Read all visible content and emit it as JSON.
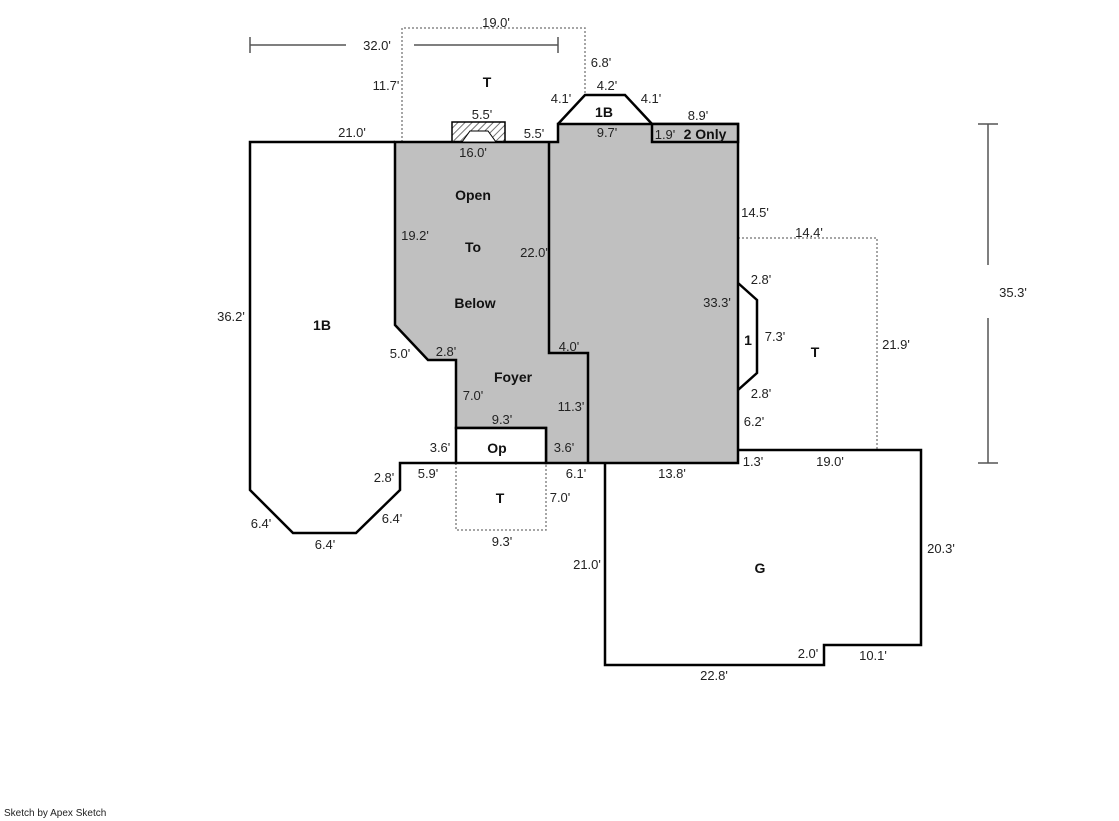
{
  "rooms": {
    "open_to_below": [
      "Open",
      "To",
      "Below"
    ],
    "foyer": "Foyer",
    "left_1b": "1B",
    "top_1b": "1B",
    "two_only": "2 Only",
    "top_t": "T",
    "op": "Op",
    "front_t": "T",
    "bay_1": "1",
    "right_t": "T",
    "garage": "G"
  },
  "dimensions": {
    "overall_width": "32.0'",
    "overall_depth": "35.3'",
    "top_t_width": "19.0'",
    "top_t_depth": "11.7'",
    "bay_rise": "6.8'",
    "bay_left": "4.1'",
    "bay_top": "4.2'",
    "bay_right": "4.1'",
    "two_only_width": "8.9'",
    "two_only_depth": "1.9'",
    "bay_base": "9.7'",
    "fireplace": "5.5'",
    "step": "5.5'",
    "left_top": "21.0'",
    "open_width": "16.0'",
    "open_left": "19.2'",
    "open_right": "22.0'",
    "right_top": "14.5'",
    "right_t_width": "14.4'",
    "main_right": "33.3'",
    "bay1_top": "2.8'",
    "bay1_side": "7.3'",
    "bay1_bottom": "2.8'",
    "right_t_depth": "21.9'",
    "right_lower": "6.2'",
    "left_height": "36.2'",
    "chamfer": "5.0'",
    "chamfer_run": "2.8'",
    "foyer_notch": "4.0'",
    "foyer_left": "7.0'",
    "foyer_right": "11.3'",
    "op_width": "9.3'",
    "op_left": "3.6'",
    "op_right": "3.6'",
    "left_step": "2.8'",
    "left_bottom_run": "5.9'",
    "bottom_diag_left": "6.4'",
    "bottom_diag_right": "6.4'",
    "bottom": "6.4'",
    "front_t_width": "9.3'",
    "front_t_depth": "7.0'",
    "garage_offset": "6.1'",
    "main_bottom": "13.8'",
    "garage_step": "1.3'",
    "garage_top": "19.0'",
    "garage_left": "21.0'",
    "garage_right": "20.3'",
    "garage_bottom": "22.8'",
    "garage_notch": "2.0'",
    "garage_notch_run": "10.1'"
  },
  "footer": "Sketch by Apex Sketch",
  "colors": {
    "fill": "#c0c0c0",
    "wall": "#000000",
    "dotted": "#888888"
  }
}
